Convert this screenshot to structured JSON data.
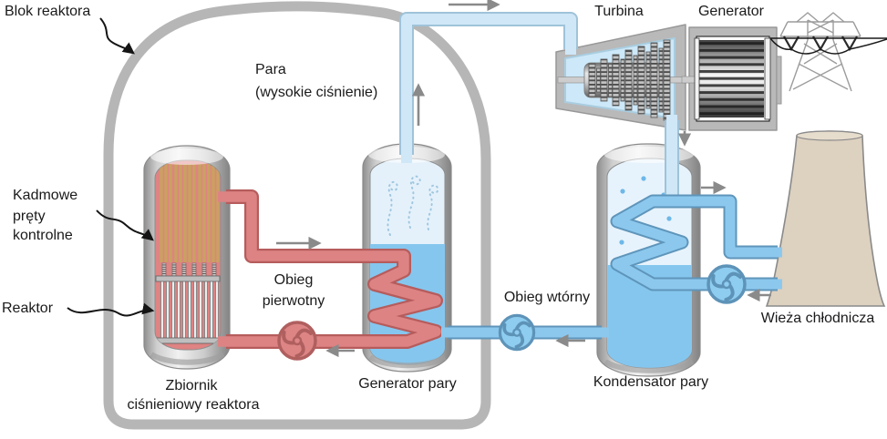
{
  "labels": {
    "containment": "Blok reaktora",
    "steam_line1": "Para",
    "steam_line2": "(wysokie ciśnienie)",
    "turbine": "Turbina",
    "generator": "Generator",
    "control_rods_line1": "Kadmowe",
    "control_rods_line2": "pręty",
    "control_rods_line3": "kontrolne",
    "reactor": "Reaktor",
    "primary_loop_line1": "Obieg",
    "primary_loop_line2": "pierwotny",
    "secondary_loop": "Obieg wtórny",
    "vessel_line1": "Zbiornik",
    "vessel_line2": "ciśnieniowy reaktora",
    "steam_generator": "Generator pary",
    "condenser": "Kondensator pary",
    "cooling_tower": "Wieża chłodnicza"
  },
  "colors": {
    "background": "#ffffff",
    "containment_wall": "#b6b6b6",
    "vessel_metal": "#c9c9c9",
    "reactor_core_red": "#df8383",
    "primary_pipe": "#dd8383",
    "primary_pipe_outline": "#b65c5c",
    "water_blue": "#85c6ee",
    "cooling_pipe": "#8cc8ee",
    "cooling_pipe_outline": "#5f95ba",
    "steam_pipe": "#cfe7f7",
    "steam_region": "#e4f1fb",
    "fuel_rod_tan": "#c9a260",
    "cooling_tower_tan": "#ddd1c0",
    "flow_arrow_gray": "#8a8a8a",
    "text": "#1a1a1a"
  },
  "icons": {
    "pump": "circular-impeller",
    "flow_arrow": "gray-directional-arrow",
    "annotation_arrow": "black-wavy-pointer",
    "transmission_tower": "lattice-pylon-with-power-lines"
  }
}
